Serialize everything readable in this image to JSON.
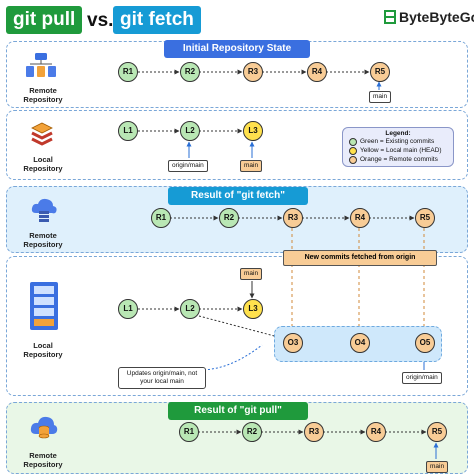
{
  "header": {
    "title_left": "git pull",
    "vs": "vs.",
    "title_right": "git fetch",
    "brand": "ByteByteGo",
    "colors": {
      "pull": "#1f9a3c",
      "fetch": "#169bd5"
    }
  },
  "sections": {
    "initial": {
      "title": "Initial Repository State"
    },
    "fetch": {
      "title": "Result of \"git fetch\""
    },
    "pull": {
      "title": "Result of \"git pull\""
    }
  },
  "labels": {
    "remote_repo": "Remote Repository",
    "local_repo": "Local Repository"
  },
  "initial_remote": [
    "R1",
    "R2",
    "R3",
    "R4",
    "R5"
  ],
  "initial_local": [
    "L1",
    "L2",
    "L3"
  ],
  "tags": {
    "main": "main",
    "origin_main": "origin/main"
  },
  "legend": {
    "title": "Legend:",
    "green": "Green = Existing commits",
    "yellow": "Yellow = Local main (HEAD)",
    "orange": "Orange = Remote commits"
  },
  "fetch_remote": [
    "R1",
    "R2",
    "R3",
    "R4",
    "R5"
  ],
  "fetch_local": [
    "L1",
    "L2",
    "L3"
  ],
  "fetched": [
    "O3",
    "O4",
    "O5"
  ],
  "fetched_banner": "New commits fetched from origin",
  "fetch_note": "Updates origin/main, not your local main",
  "pull_remote": [
    "R1",
    "R2",
    "R3",
    "R4",
    "R5"
  ]
}
